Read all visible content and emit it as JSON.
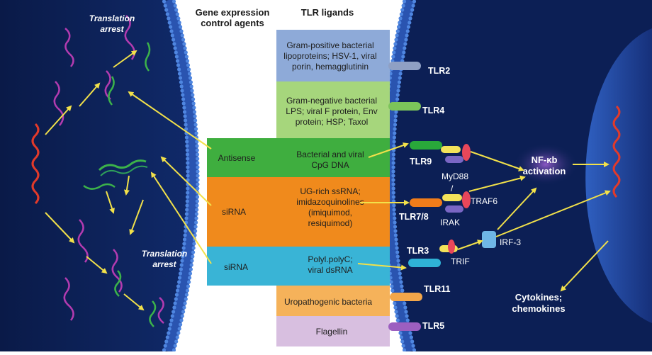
{
  "headers": {
    "gene_expression": "Gene expression\ncontrol agents",
    "tlr_ligands": "TLR ligands"
  },
  "colors": {
    "background_dark": "#0c1f55",
    "membrane": "#3a69c8",
    "arrow": "#f2e14a",
    "tlr2_band": "#8eaad8",
    "tlr4_band": "#a6d67c",
    "tlr9_band": "#3fae3f",
    "tlr78_band": "#f08a1c",
    "tlr3_band": "#39b4d6",
    "tlr11_band": "#f5b25a",
    "tlr5_band": "#d8bfe0"
  },
  "bands": [
    {
      "id": "tlr2",
      "agent": "",
      "ligand": "Gram-positive bacterial\nlipoproteins; HSV-1, viral\nporin, hemagglutinin"
    },
    {
      "id": "tlr4",
      "agent": "",
      "ligand": "Gram-negative bacterial\nLPS; viral F protein, Env\nprotein; HSP; Taxol"
    },
    {
      "id": "tlr9",
      "agent": "Antisense",
      "ligand": "Bacterial and viral\nCpG DNA"
    },
    {
      "id": "tlr78",
      "agent": "siRNA",
      "ligand": "UG-rich ssRNA;\nimidazoquinolines\n(imiquimod,\nresiquimod)"
    },
    {
      "id": "tlr3",
      "agent": "siRNA",
      "ligand": "Polyl.polyC;\nviral dsRNA"
    },
    {
      "id": "tlr11",
      "agent": "",
      "ligand": "Uropathogenic bacteria"
    },
    {
      "id": "tlr5",
      "agent": "",
      "ligand": "Flagellin"
    }
  ],
  "receptors": {
    "tlr2": "TLR2",
    "tlr4": "TLR4",
    "tlr9": "TLR9",
    "tlr78": "TLR7/8",
    "tlr3": "TLR3",
    "tlr11": "TLR11",
    "tlr5": "TLR5"
  },
  "signaling": {
    "myd88": "MyD88",
    "slash": "/",
    "traf6": "TRAF6",
    "irak": "IRAK",
    "trif": "TRIF",
    "irf3": "IRF-3",
    "nfkb": "NF-κb\nactivation",
    "cytokines": "Cytokines;\nchemokines"
  },
  "left_cell": {
    "arrest_top": "Translation\narrest",
    "arrest_bottom": "Translation\narrest"
  }
}
